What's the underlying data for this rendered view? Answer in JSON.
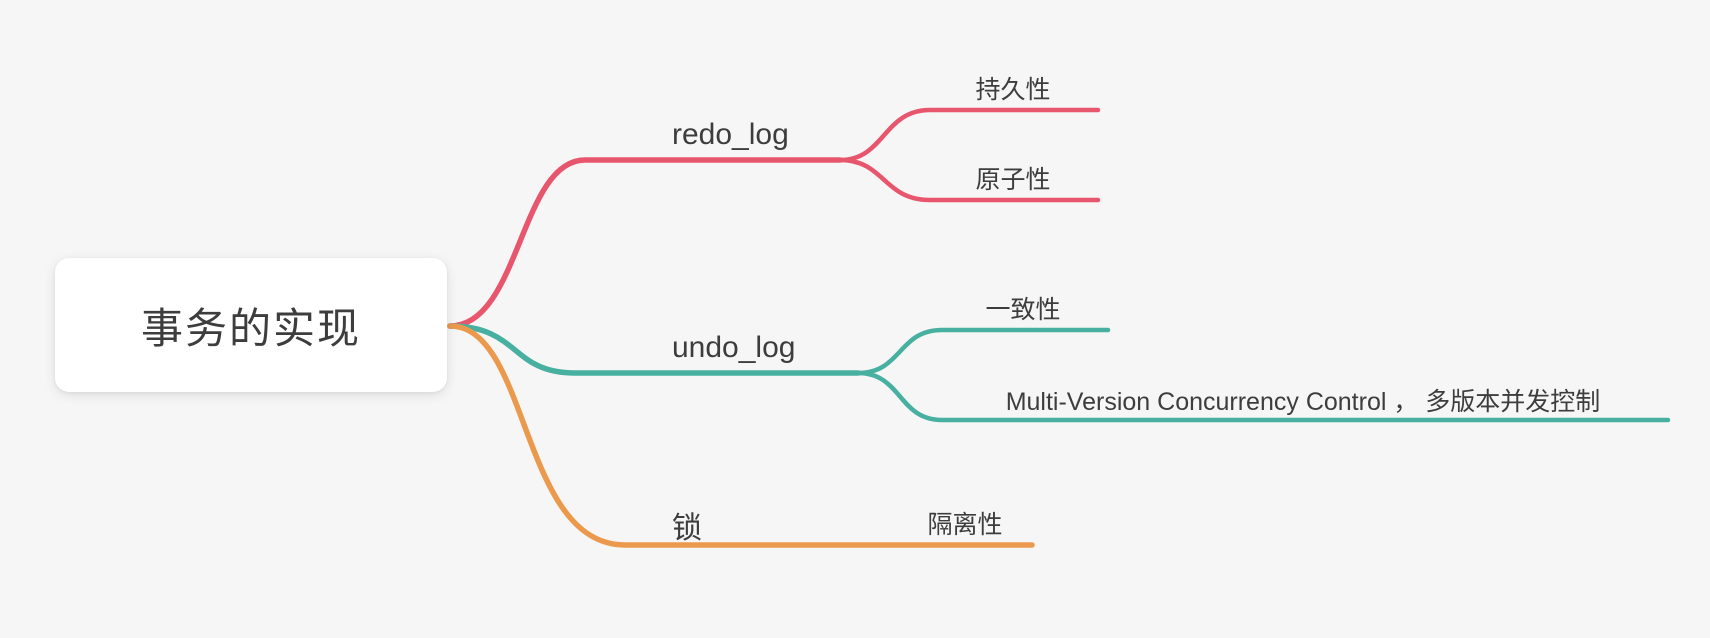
{
  "colors": {
    "background": "#f6f6f6",
    "node_bg": "#ffffff",
    "text": "#3d3d3d",
    "branch_redo": "#e8566e",
    "branch_undo": "#47b0a0",
    "branch_lock": "#eb9a4d"
  },
  "mindmap": {
    "root": "事务的实现",
    "branches": [
      {
        "label": "redo_log",
        "children": [
          "持久性",
          "原子性"
        ]
      },
      {
        "label": "undo_log",
        "children": [
          "一致性",
          "Multi-Version Concurrency Control ， 多版本并发控制"
        ]
      },
      {
        "label": "锁",
        "children": [
          "隔离性"
        ]
      }
    ]
  }
}
